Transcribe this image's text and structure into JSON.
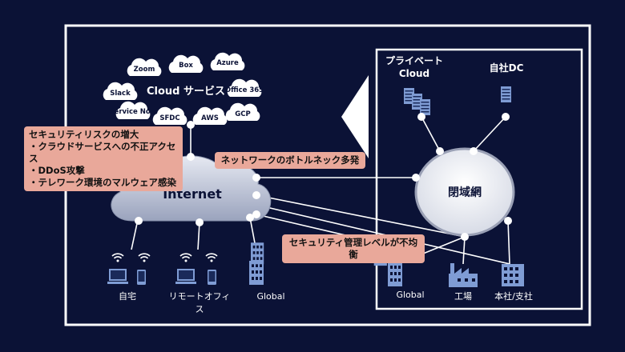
{
  "colors": {
    "background": "#0b1236",
    "frame": "#ffffff",
    "callout": "#e9a89a",
    "cloud": "#c9cfe0",
    "device": "#7f9cd4"
  },
  "cloud_services": {
    "title": "Cloud サービス",
    "items": [
      "Zoom",
      "Box",
      "Azure",
      "Slack",
      "Office 365",
      "Service Now",
      "SFDC",
      "AWS",
      "GCP"
    ]
  },
  "internet": {
    "label": "Internet"
  },
  "closed_network": {
    "label": "閉域網"
  },
  "private_cloud": {
    "label_line1": "プライベート",
    "label_line2": "Cloud"
  },
  "own_dc": {
    "label": "自社DC"
  },
  "callouts": {
    "security_risk": {
      "title": "セキュリティリスクの増大",
      "items": [
        "・クラウドサービスへの不正アクセス",
        "・DDoS攻撃",
        "・テレワーク環境のマルウェア感染"
      ]
    },
    "bottleneck": "ネットワークのボトルネック多発",
    "security_level": "セキュリティ管理レベルが不均衡"
  },
  "sites": {
    "home": "自宅",
    "remote_office": "リモートオフィス",
    "global_internet": "Global",
    "global_closed": "Global",
    "factory": "工場",
    "hq": "本社/支社"
  },
  "icons": [
    "cloud-icon",
    "server-icon",
    "laptop-icon",
    "smartphone-icon",
    "wifi-icon",
    "building-icon",
    "factory-icon"
  ]
}
